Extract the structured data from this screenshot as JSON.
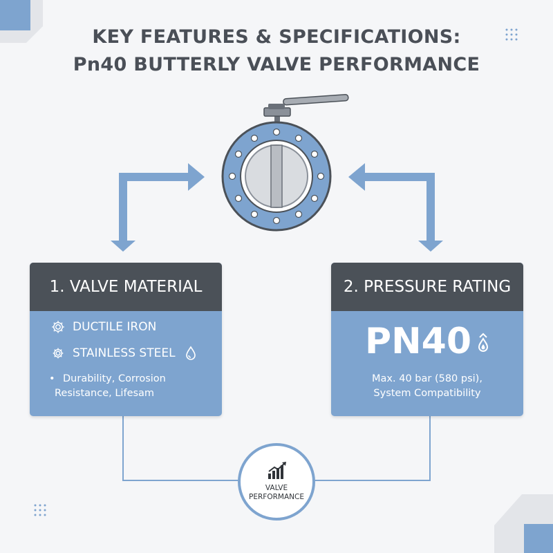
{
  "title": {
    "line1": "KEY FEATURES & SPECIFICATIONS:",
    "line2": "Pn40 BUTTERLY VALVE PERFORMANCE"
  },
  "colors": {
    "accent": "#7ea4cf",
    "header": "#4b5158",
    "title": "#4a4f57",
    "background": "#f5f6f8"
  },
  "icons": {
    "valve": "butterfly-valve-icon",
    "material_1": "gear-icon",
    "material_2": "gear-icon",
    "droplet": "droplet-icon",
    "pressure": "pressure-drop-icon",
    "performance": "rising-bar-chart-icon"
  },
  "material_card": {
    "title": "1. VALVE MATERIAL",
    "items": [
      "DUCTILE IRON",
      "STAINLESS STEEL"
    ],
    "bullet": "•",
    "description_line1": "Durability, Corrosion",
    "description_line2": "Resistance, Lifesam"
  },
  "pressure_card": {
    "title": "2. PRESSURE RATING",
    "value": "PN40",
    "description_line1": "Max. 40 bar (580 psi),",
    "description_line2": "System Compatibility"
  },
  "performance": {
    "line1": "VALVE",
    "line2": "PERFORMANCE"
  }
}
